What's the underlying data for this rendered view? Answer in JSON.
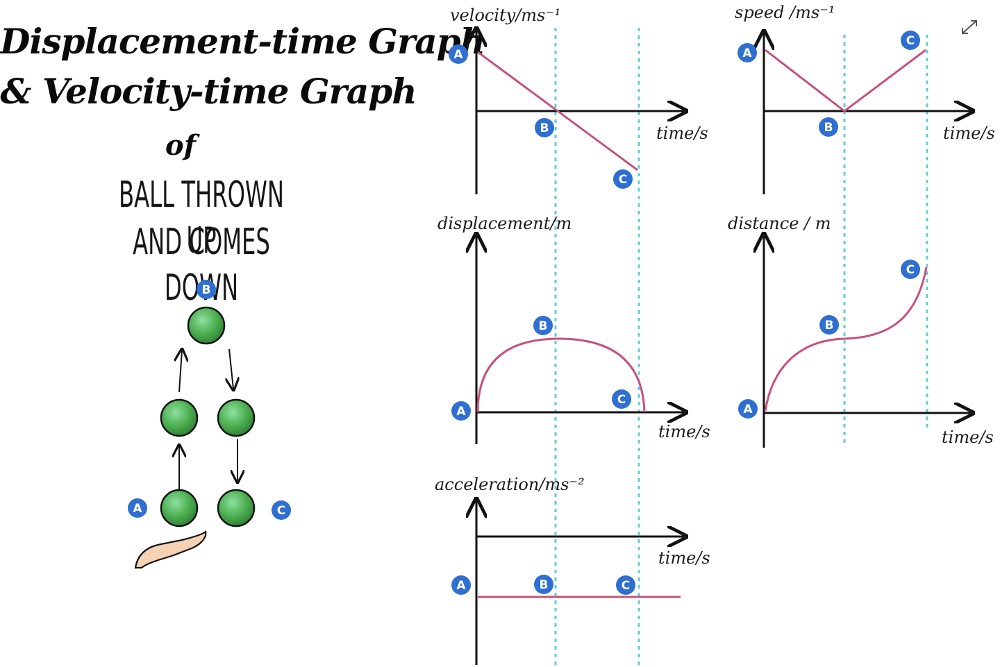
{
  "title": {
    "line1": "Displacement-time Graph",
    "line2": "& Velocity-time Graph",
    "line3": "of"
  },
  "subtitle": {
    "line1": "BALL THROWN UP",
    "line2": "AND COMES DOWN"
  },
  "points": {
    "a": "A",
    "b": "B",
    "c": "C"
  },
  "graphs": {
    "velocity": {
      "ylabel": "velocity/ms⁻¹",
      "xlabel": "time/s"
    },
    "speed": {
      "ylabel": "speed /ms⁻¹",
      "xlabel": "time/s"
    },
    "displacement": {
      "ylabel": "displacement/m",
      "xlabel": "time/s"
    },
    "distance": {
      "ylabel": "distance / m",
      "xlabel": "time/s"
    },
    "acceleration": {
      "ylabel": "acceleration/ms⁻²",
      "xlabel": "time/s"
    }
  },
  "icons": {
    "expand": "expand-icon",
    "hand": "hand-icon",
    "ball": "ball-icon"
  },
  "colors": {
    "curve": "#c8517a",
    "guide": "#5ccfd6",
    "badge": "#2f6fd1",
    "ball": "#4caf50"
  }
}
